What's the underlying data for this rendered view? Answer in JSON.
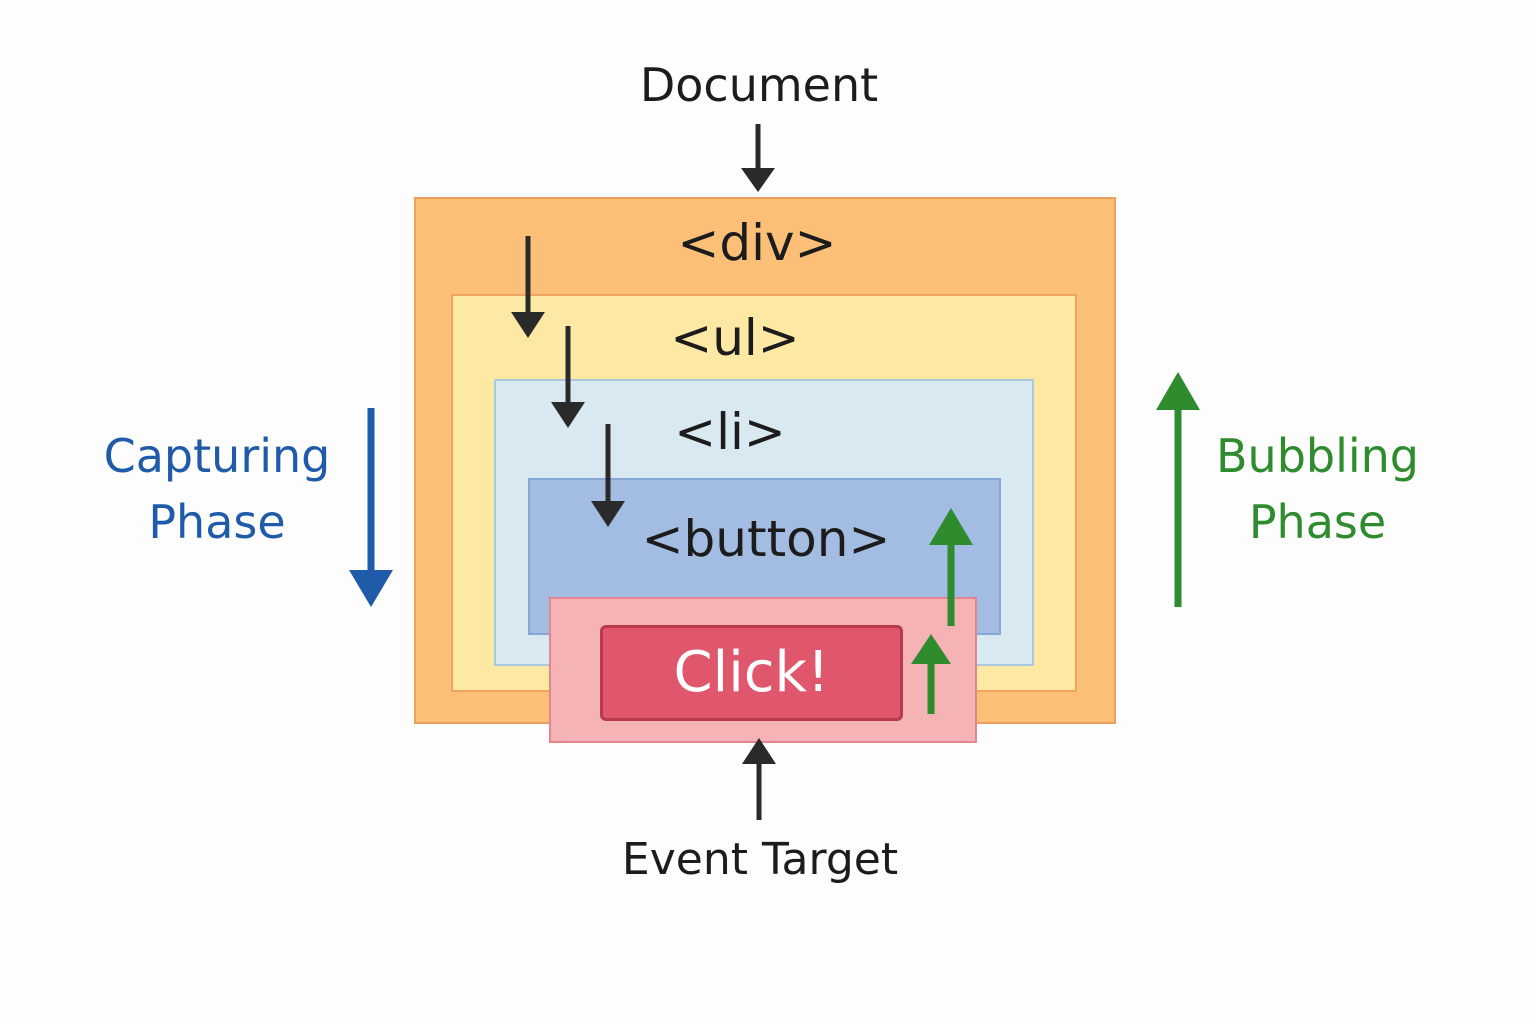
{
  "document_label": "Document",
  "nodes": {
    "div": "<div>",
    "ul": "<ul>",
    "li": "<li>",
    "button": "<button>"
  },
  "target_button_label": "Click!",
  "event_target_label": "Event Target",
  "capturing": {
    "line1": "Capturing",
    "line2": "Phase",
    "color": "#1f5ba8"
  },
  "bubbling": {
    "line1": "Bubbling",
    "line2": "Phase",
    "color": "#2e8b2e"
  },
  "colors": {
    "div_fill": "#fbbf78",
    "ul_fill": "#fde9a3",
    "li_fill": "#d9e9f1",
    "button_fill": "#a3bde2",
    "target_fill": "#f6b3b5",
    "click_fill": "#e0566c",
    "arrow_dark": "#2a2a2a"
  }
}
